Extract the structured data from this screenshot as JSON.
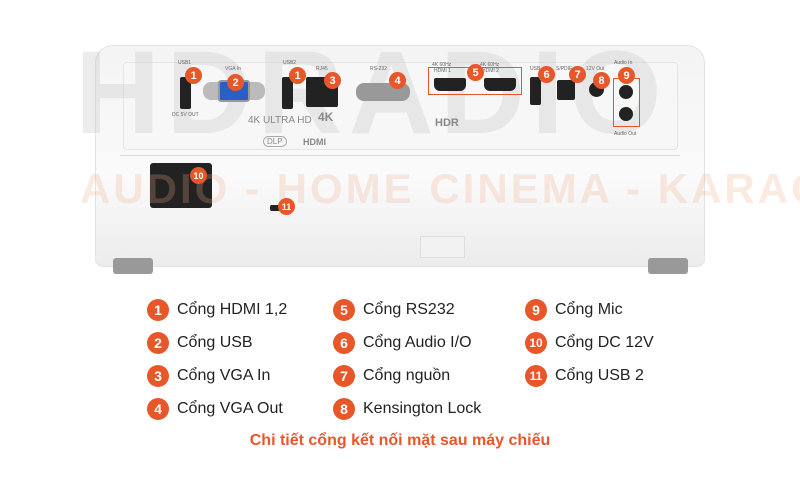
{
  "watermark": {
    "brand": "HDRADIO",
    "tagline": "AUDIO - HOME CINEMA - KARAOKE"
  },
  "accent_color": "#e8572a",
  "device_labels": {
    "usb1": "USB1",
    "dc_out": "DC 5V OUT",
    "vga_in": "VGA In",
    "usb2": "USB2",
    "rj45": "RJ45",
    "rs232": "RS-232",
    "hdmi1": "HDMI 1",
    "hdmi2": "HDMI 2",
    "hdmi_spec": "4K 60Hz",
    "usb3": "USB",
    "spdif": "S/PDIF",
    "out12v": "12V Out",
    "audio_in": "Audio In",
    "audio_out": "Audio Out",
    "ultrahd": "4K ULTRA HD",
    "k4": "4K",
    "hdr": "HDR",
    "dlp": "DLP",
    "hdmi_logo": "HDMI"
  },
  "callouts": [
    "1",
    "2",
    "1",
    "3",
    "4",
    "5",
    "6",
    "7",
    "8",
    "9",
    "10",
    "11"
  ],
  "legend": [
    {
      "num": "1",
      "label": "Cổng HDMI 1,2"
    },
    {
      "num": "2",
      "label": "Cổng USB"
    },
    {
      "num": "3",
      "label": "Cổng VGA In"
    },
    {
      "num": "4",
      "label": "Cổng VGA Out"
    },
    {
      "num": "5",
      "label": "Cổng RS232"
    },
    {
      "num": "6",
      "label": "Cổng Audio I/O"
    },
    {
      "num": "7",
      "label": "Cổng nguồn"
    },
    {
      "num": "8",
      "label": "Kensington Lock"
    },
    {
      "num": "9",
      "label": "Cổng Mic"
    },
    {
      "num": "10",
      "label": "Cổng DC 12V"
    },
    {
      "num": "11",
      "label": "Cổng USB 2"
    }
  ],
  "caption": "Chi tiết cổng kết nối mặt sau máy chiếu"
}
